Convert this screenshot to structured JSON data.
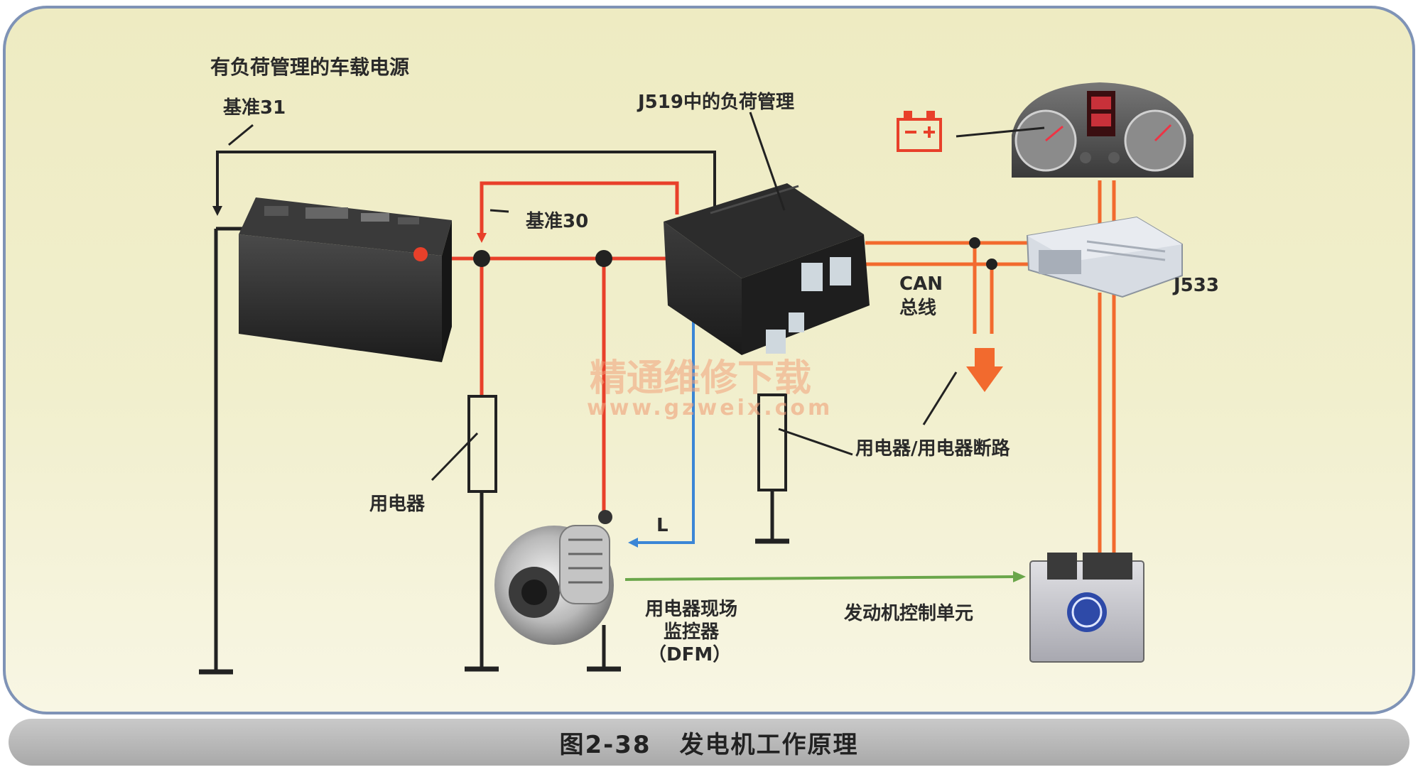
{
  "diagram": {
    "title": "有负荷管理的车载电源",
    "labels": {
      "ground_ref": "基准31",
      "plus_ref": "基准30",
      "load_mgmt": "J519中的负荷管理",
      "can_bus_1": "CAN",
      "can_bus_2": "总线",
      "gateway": "J533",
      "consumer": "用电器",
      "consumer_cutoff": "用电器/用电器断路",
      "signal_l": "L",
      "dfm_1": "用电器现场",
      "dfm_2": "监控器",
      "dfm_3": "（DFM）",
      "ecu": "发动机控制单元"
    },
    "watermark": {
      "line1": "精通维修下载",
      "line2": "www.gzweix.com"
    },
    "colors": {
      "positive_wire": "#e8402a",
      "ground_wire": "#222222",
      "can_wire": "#f26a2e",
      "signal_l_wire": "#3b86d6",
      "dfm_wire": "#6aa64a",
      "panel_bg": "#f1efc9"
    }
  },
  "caption": {
    "figure_no": "图2-38",
    "figure_title": "发电机工作原理"
  }
}
